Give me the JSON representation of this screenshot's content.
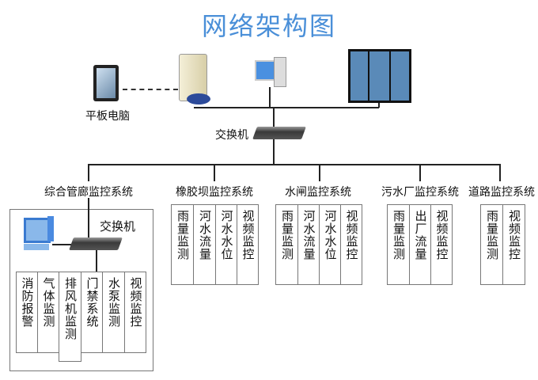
{
  "title": "网络架构图",
  "top": {
    "tablet_label": "平板电脑",
    "switch_label": "交换机"
  },
  "systems": [
    {
      "name": "综合管廊监控系统",
      "switch_label": "交换机",
      "items": [
        "消防报警",
        "气体监测",
        "排风机监测",
        "门禁系统",
        "水泵监测",
        "视频监控"
      ]
    },
    {
      "name": "橡胶坝监控系统",
      "items": [
        "雨量监测",
        "河水流量",
        "河水水位",
        "视频监控"
      ]
    },
    {
      "name": "水闸监控系统",
      "items": [
        "雨量监测",
        "河水流量",
        "河水水位",
        "视频监控"
      ]
    },
    {
      "name": "污水厂监控系统",
      "items": [
        "雨量监测",
        "出厂流量",
        "视频监控"
      ]
    },
    {
      "name": "道路监控系统",
      "items": [
        "雨量监测",
        "视频监控"
      ]
    }
  ],
  "colors": {
    "title": "#4a8fd8"
  }
}
